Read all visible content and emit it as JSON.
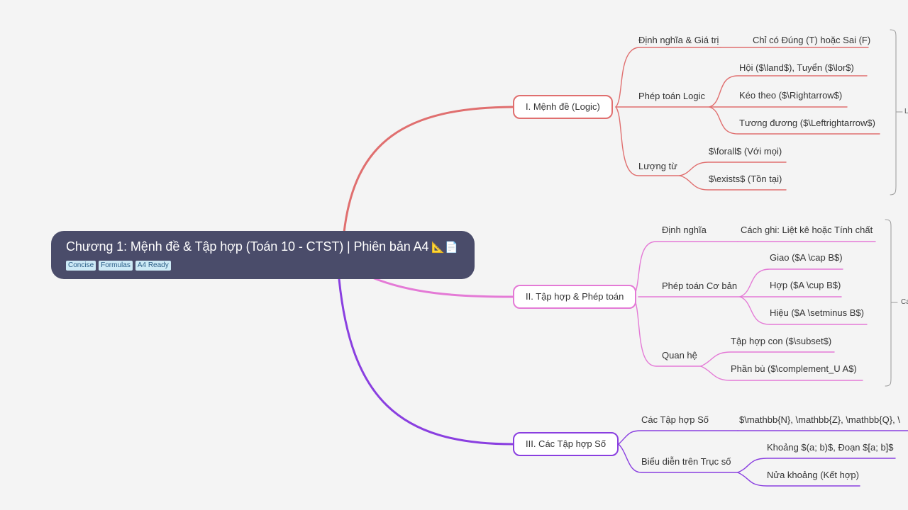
{
  "root": {
    "title": "Chương 1: Mệnh đề & Tập hợp (Toán 10 - CTST) | Phiên bản A4",
    "emoji": "📐📄",
    "tags": [
      "Concise",
      "Formulas",
      "A4 Ready"
    ]
  },
  "branches": [
    {
      "label": "I. Mệnh đề (Logic)",
      "color": "#e06f6f",
      "children": [
        {
          "label": "Định nghĩa & Giá trị",
          "children": [
            "Chỉ có Đúng (T) hoặc Sai (F)"
          ]
        },
        {
          "label": "Phép toán Logic",
          "children": [
            "Hội ($\\land$), Tuyển ($\\lor$)",
            "Kéo theo ($\\Rightarrow$)",
            "Tương đương ($\\Leftrightarrow$)"
          ]
        },
        {
          "label": "Lượng từ",
          "children": [
            "$\\forall$ (Với mọi)",
            "$\\exists$ (Tồn tại)"
          ]
        }
      ],
      "summary_label": "L"
    },
    {
      "label": "II. Tập hợp & Phép toán",
      "color": "#e47ad6",
      "children": [
        {
          "label": "Định nghĩa",
          "children": [
            "Cách ghi: Liệt kê hoặc Tính chất"
          ]
        },
        {
          "label": "Phép toán Cơ bản",
          "children": [
            "Giao ($A \\cap B$)",
            "Hợp ($A \\cup B$)",
            "Hiệu ($A \\setminus B$)"
          ]
        },
        {
          "label": "Quan hệ",
          "children": [
            "Tập hợp con ($\\subset$)",
            "Phần bù ($\\complement_U A$)"
          ]
        }
      ],
      "summary_label": "Ca"
    },
    {
      "label": "III. Các Tập hợp Số",
      "color": "#8a3fe0",
      "children": [
        {
          "label": "Các Tập hợp Số",
          "children": [
            "$\\mathbb{N}, \\mathbb{Z}, \\mathbb{Q}, \\"
          ]
        },
        {
          "label": "Biểu diễn trên Trục số",
          "children": [
            "Khoảng $(a; b)$, Đoạn $[a; b]$",
            "Nửa khoảng (Kết hợp)"
          ]
        }
      ]
    }
  ]
}
